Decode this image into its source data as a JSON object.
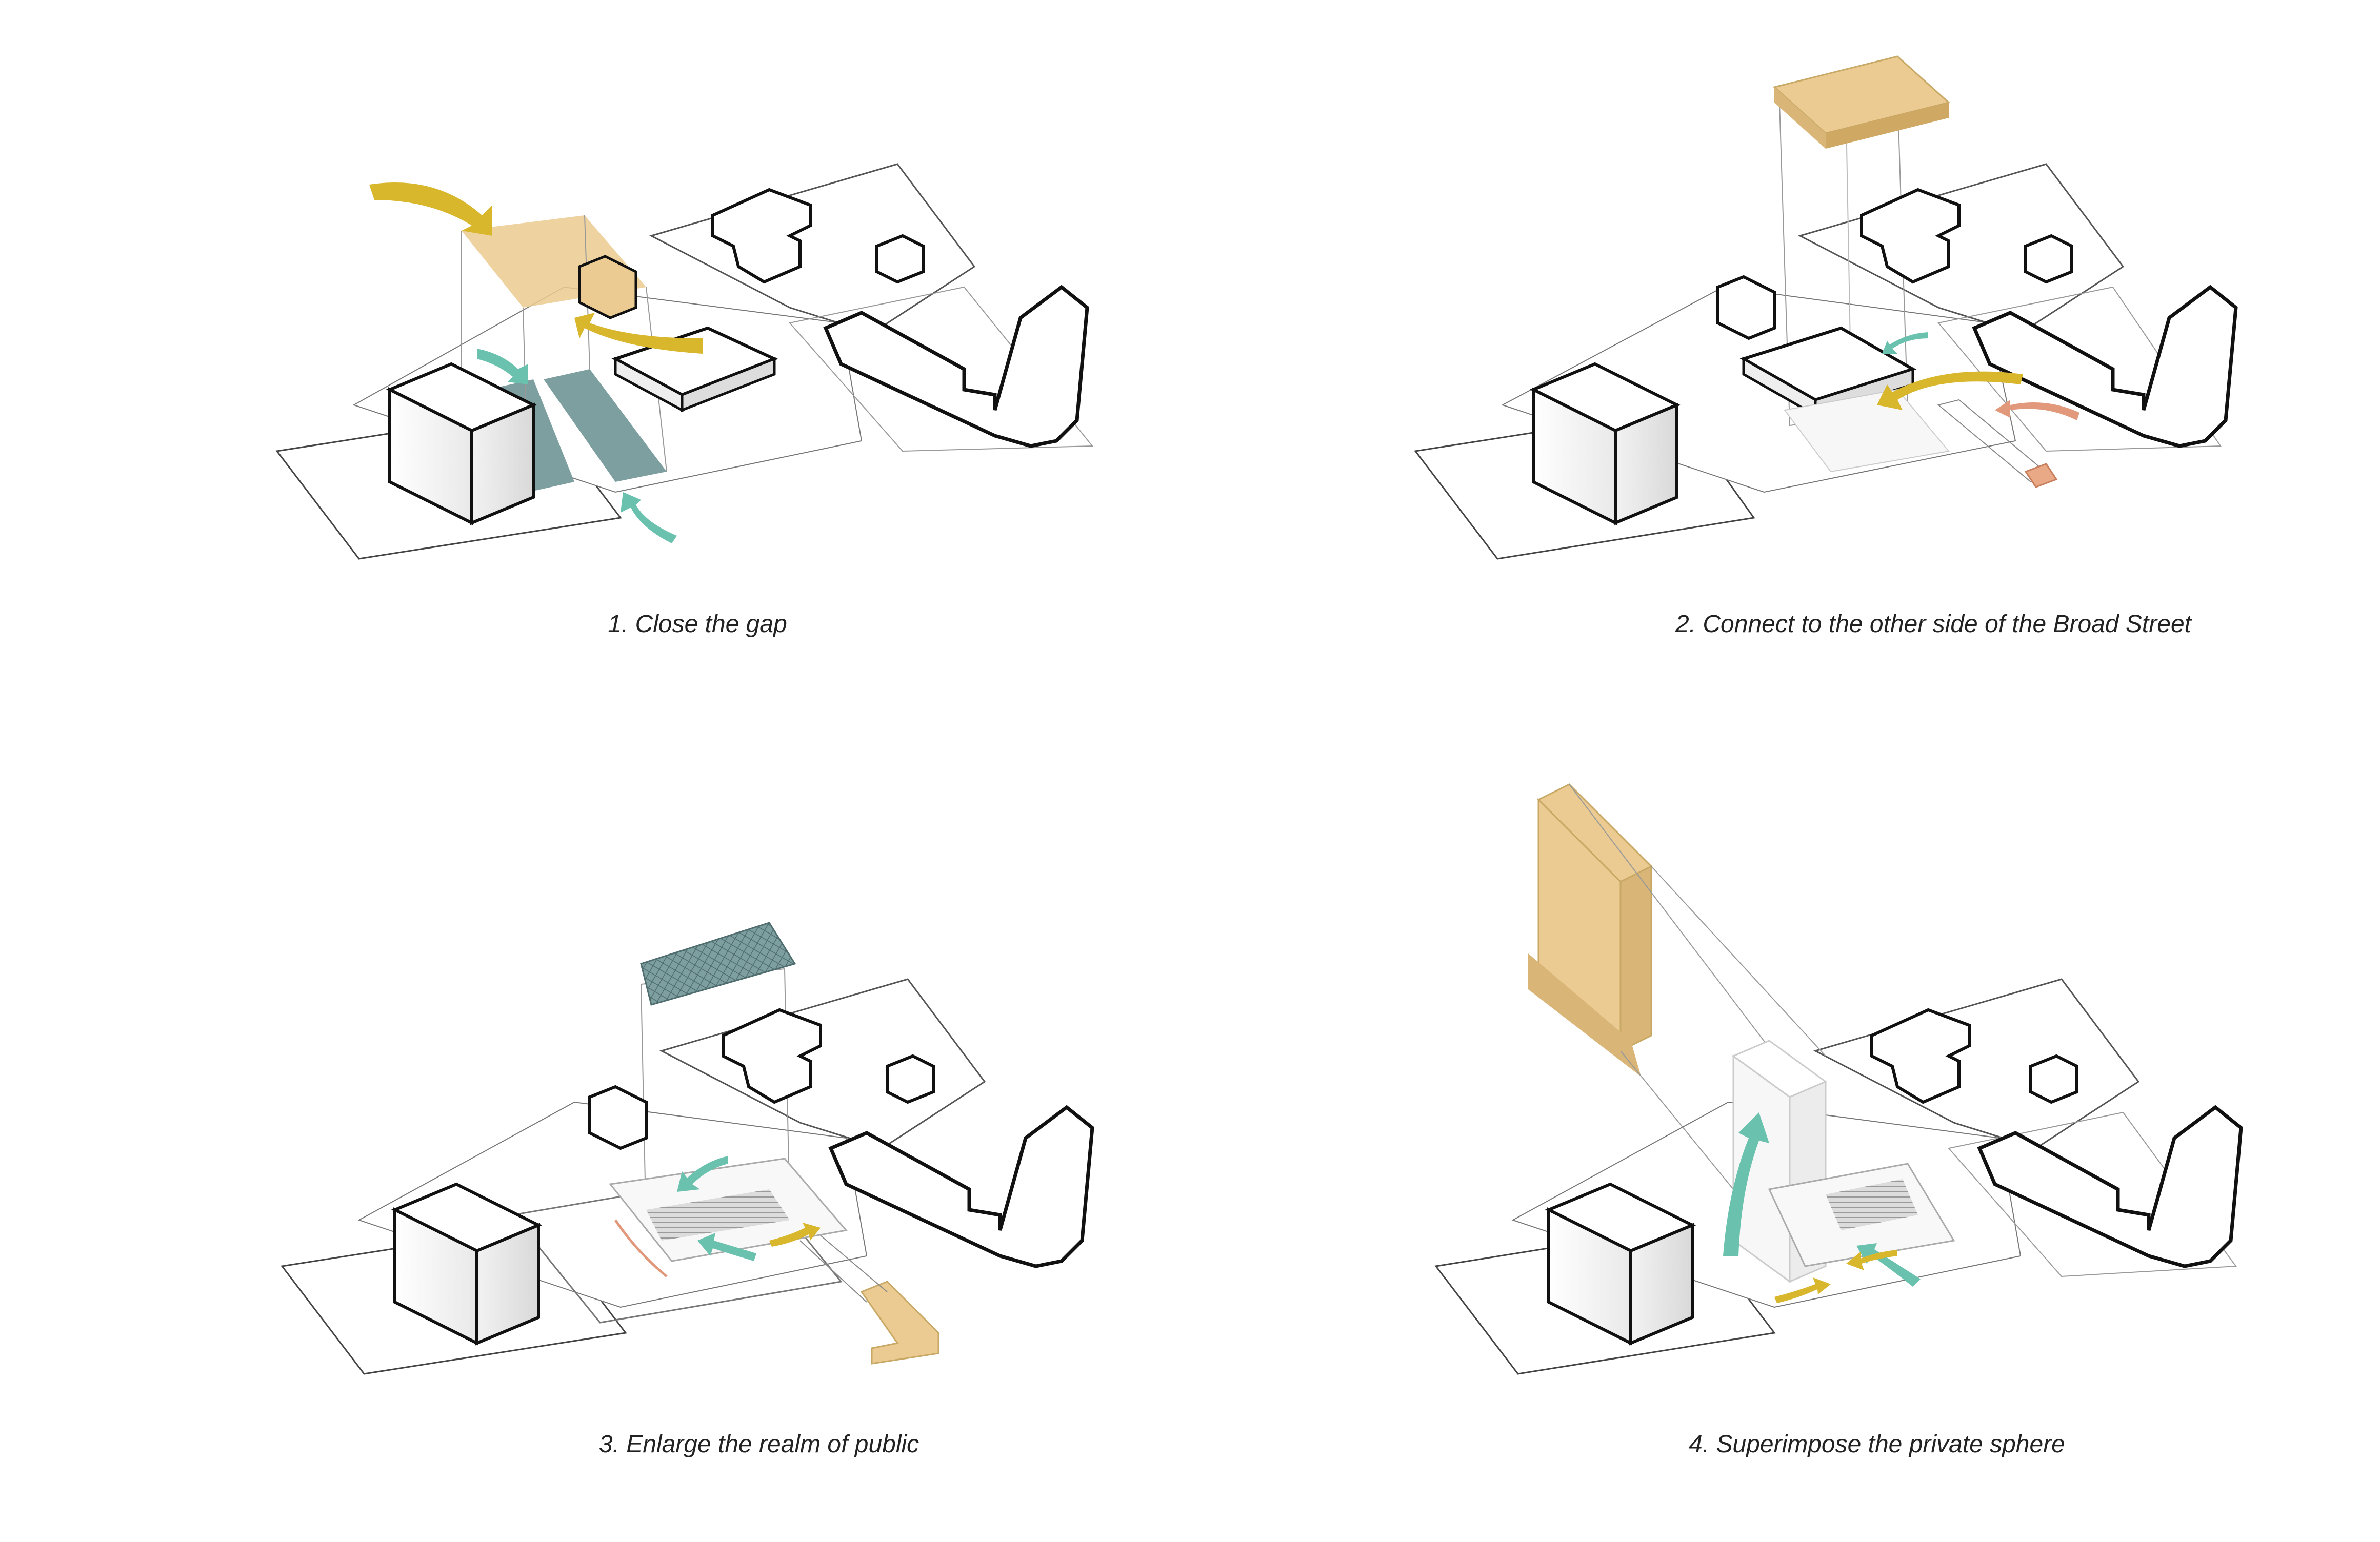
{
  "colors": {
    "sand": "#EBCB91",
    "sand_dark": "#D9B577",
    "gold_arrow": "#D9B72C",
    "teal_arrow": "#6AC2AE",
    "slate_teal": "#7E9FA0",
    "coral_arrow": "#E2987A",
    "coral_block": "#E9A886",
    "ink": "#111111",
    "shade": "#E3E3E3"
  },
  "panels": [
    {
      "index": 1,
      "caption": "1. Close the gap"
    },
    {
      "index": 2,
      "caption": "2. Connect to the other side of the Broad Street"
    },
    {
      "index": 3,
      "caption": "3. Enlarge the realm of public"
    },
    {
      "index": 4,
      "caption": "4. Superimpose the private sphere"
    }
  ],
  "icons": [
    "flow-arrow-icon",
    "building-block-icon"
  ]
}
